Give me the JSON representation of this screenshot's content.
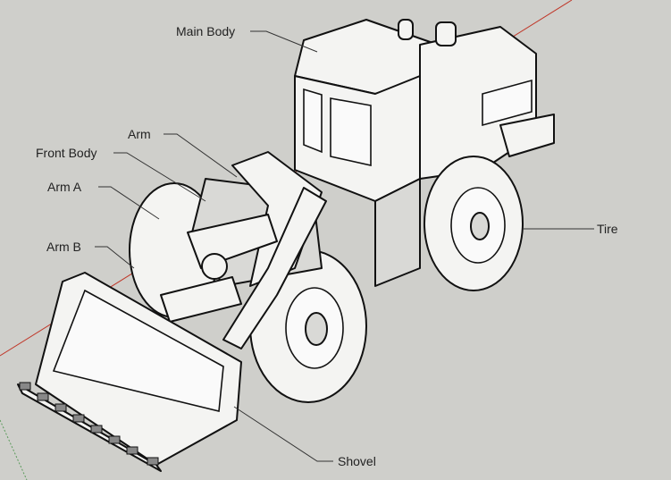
{
  "labels": {
    "main_body": "Main Body",
    "arm": "Arm",
    "front_body": "Front Body",
    "arm_a": "Arm A",
    "arm_b": "Arm B",
    "tire": "Tire",
    "shovel": "Shovel"
  },
  "colors": {
    "background": "#cfcfcb",
    "red_axis": "#c0392b",
    "green_axis": "#5a9a5a"
  }
}
